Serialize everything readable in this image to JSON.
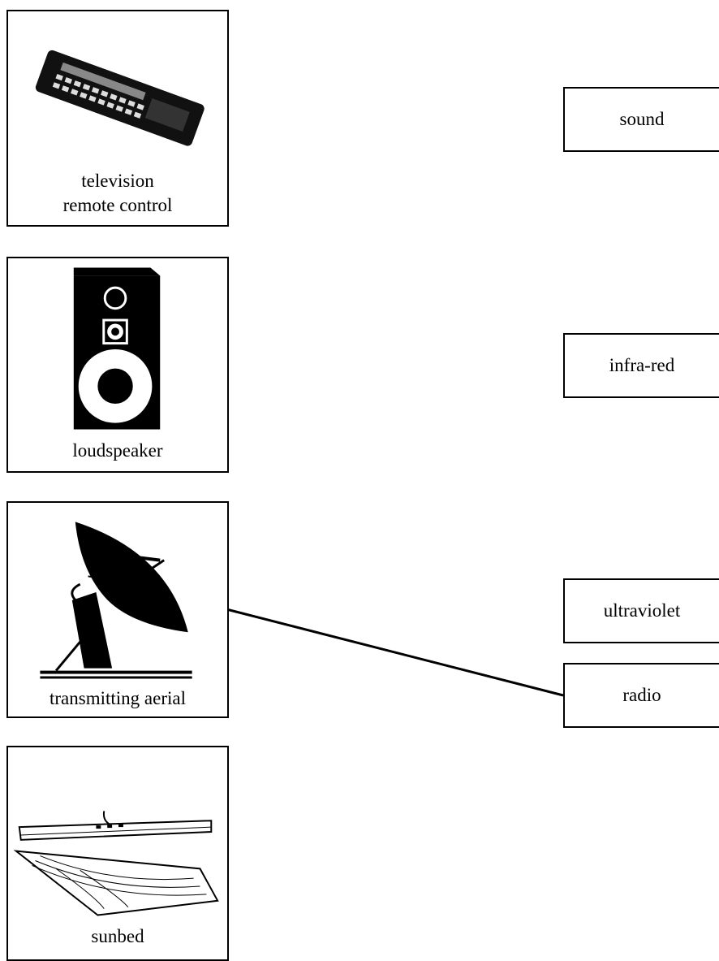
{
  "devices": [
    {
      "id": "remote",
      "label_lines": [
        "television",
        "remote control"
      ],
      "icon": "remote-control-icon"
    },
    {
      "id": "speaker",
      "label_lines": [
        "loudspeaker"
      ],
      "icon": "loudspeaker-icon"
    },
    {
      "id": "aerial",
      "label_lines": [
        "transmitting aerial"
      ],
      "icon": "satellite-dish-icon"
    },
    {
      "id": "sunbed",
      "label_lines": [
        "sunbed"
      ],
      "icon": "sunbed-icon"
    }
  ],
  "waves": [
    {
      "id": "sound",
      "label": "sound"
    },
    {
      "id": "infrared",
      "label": "infra-red"
    },
    {
      "id": "ultraviolet",
      "label": "ultraviolet"
    },
    {
      "id": "radio",
      "label": "radio"
    }
  ],
  "connections": [
    {
      "from": "transmitting aerial",
      "to": "radio"
    }
  ]
}
